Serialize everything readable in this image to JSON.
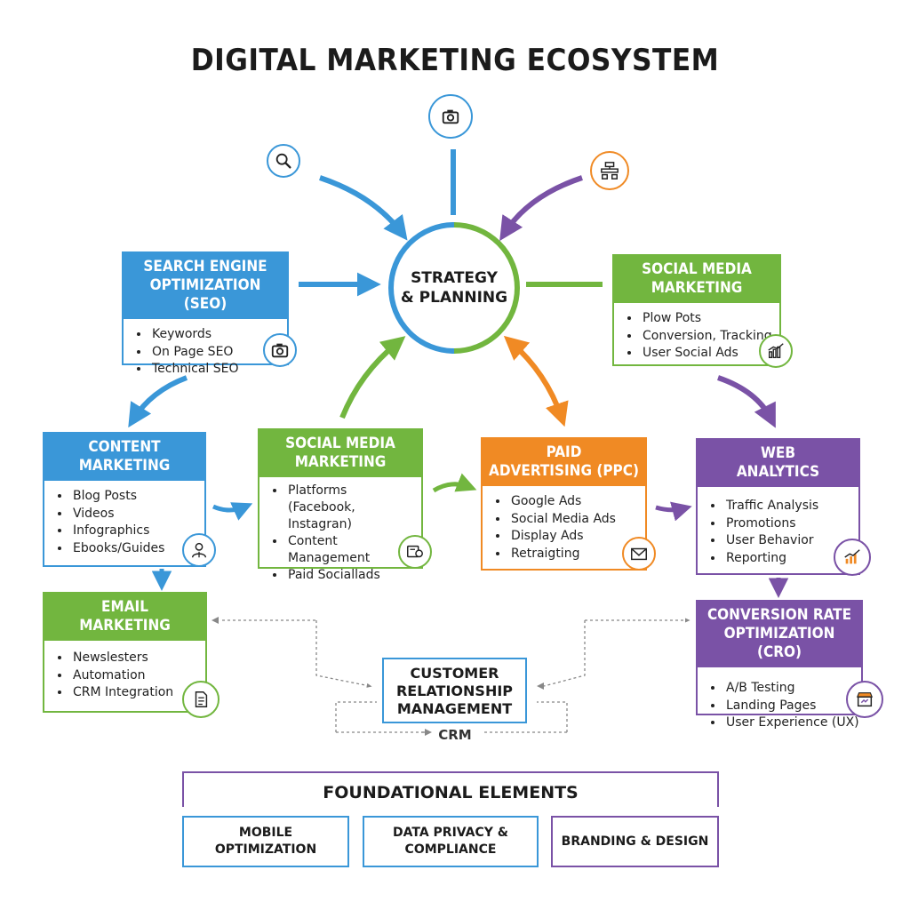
{
  "title": "DIGITAL MARKETING ECOSYSTEM",
  "center": {
    "line1": "STRATEGY",
    "line2": "& PLANNING"
  },
  "boxes": {
    "seo": {
      "title1": "SEARCH ENGINE",
      "title2": "OPTIMIZATION (SEO)",
      "items": [
        "Keywords",
        "On Page SEO",
        "Technical SEO"
      ],
      "icon": "camera-icon"
    },
    "social_top": {
      "title1": "SOCIAL MEDIA",
      "title2": "MARKETING",
      "items": [
        "Plow Pots",
        "Conversion, Tracking",
        "User Social Ads"
      ],
      "icon": "bar-chart-icon"
    },
    "content": {
      "title1": "CONTENT",
      "title2": "MARKETING",
      "items": [
        "Blog Posts",
        "Videos",
        "Infographics",
        "Ebooks/Guides"
      ],
      "icon": "person-icon"
    },
    "social_mid": {
      "title1": "SOCIAL MEDIA",
      "title2": "MARKETING",
      "items": [
        "Platforms",
        "(Facebook, Instagran)",
        "Content",
        "Management",
        "Paid Sociallads"
      ],
      "icon": "social-post-icon"
    },
    "ppc": {
      "title1": "PAID",
      "title2": "ADVERTISING (PPC)",
      "items": [
        "Google Ads",
        "Social Media Ads",
        "Display Ads",
        "Retraigting"
      ],
      "icon": "envelope-icon"
    },
    "web": {
      "title1": "WEB",
      "title2": "ANALYTICS",
      "items": [
        "Traffic Analysis",
        "Promotions",
        "User Behavior",
        "Reporting"
      ],
      "icon": "growth-chart-icon"
    },
    "email": {
      "title1": "EMAIL",
      "title2": "MARKETING",
      "items": [
        "Newslesters",
        "Automation",
        "CRM Integration"
      ],
      "icon": "document-icon"
    },
    "cro": {
      "title1": "CONVERSION RATE",
      "title2": "OPTIMIZATION (CRO)",
      "items": [
        "A/B Testing",
        "Landing Pages",
        "User Experience (UX)"
      ],
      "icon": "storefront-icon"
    }
  },
  "crm": {
    "line1": "CUSTOMER",
    "line2": "RELATIONSHIP",
    "line3": "MANAGEMENT",
    "label": "CRM"
  },
  "foundation": {
    "title": "FOUNDATIONAL ELEMENTS",
    "items": [
      {
        "line1": "MOBILE",
        "line2": "OPTIMIZATION"
      },
      {
        "line1": "DATA PRIVACY &",
        "line2": "COMPLIANCE"
      },
      {
        "line1": "BRANDING & DESIGN",
        "line2": ""
      }
    ]
  },
  "colors": {
    "blue": "#3a97d8",
    "green": "#72b63f",
    "orange": "#f08a24",
    "purple": "#7a52a6"
  },
  "top_icons": [
    "magnifier-icon",
    "camera-icon",
    "sitemap-icon"
  ]
}
